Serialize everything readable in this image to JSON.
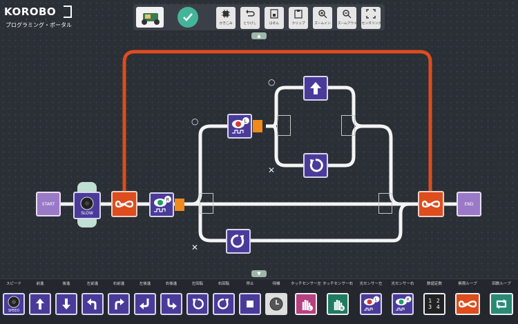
{
  "app": {
    "logo_title": "KOROBO",
    "logo_dots": "・・・",
    "logo_subtitle": "プログラミング・ポータル"
  },
  "toolbar": {
    "buttons": [
      {
        "label": "かきこみ",
        "icon": "chip-icon"
      },
      {
        "label": "とりけし",
        "icon": "undo-icon"
      },
      {
        "label": "ほぞん",
        "icon": "save-icon"
      },
      {
        "label": "クリップ",
        "icon": "clip-icon"
      },
      {
        "label": "ズームイン",
        "icon": "zoom-in-icon"
      },
      {
        "label": "ズームアウト",
        "icon": "zoom-out-icon"
      },
      {
        "label": "センタリング",
        "icon": "center-icon"
      }
    ]
  },
  "canvas": {
    "start_label": "START",
    "end_label": "END",
    "slow_label": "SLOW",
    "sensor_left_badge": "L",
    "sensor_right_badge": "R",
    "accent_red": "#dd4d1e",
    "accent_purple": "#4a3b9a"
  },
  "palette": {
    "items": [
      {
        "label": "スピード",
        "icon": "speed-dial-icon",
        "sub": "SPEED"
      },
      {
        "label": "前進",
        "icon": "arrow-up-icon"
      },
      {
        "label": "後進",
        "icon": "arrow-down-icon"
      },
      {
        "label": "左前進",
        "icon": "forward-left-icon"
      },
      {
        "label": "右前進",
        "icon": "forward-right-icon"
      },
      {
        "label": "左後進",
        "icon": "back-left-icon"
      },
      {
        "label": "右後進",
        "icon": "back-right-icon"
      },
      {
        "label": "左回転",
        "icon": "rotate-left-icon"
      },
      {
        "label": "右回転",
        "icon": "rotate-right-icon"
      },
      {
        "label": "停止",
        "icon": "stop-icon"
      },
      {
        "label": "待機",
        "icon": "clock-icon"
      },
      {
        "label": "タッチセンサー左",
        "icon": "touch-left-icon",
        "badge": "L"
      },
      {
        "label": "タッチセンサー右",
        "icon": "touch-right-icon",
        "badge": "R"
      },
      {
        "label": "光センサー左",
        "icon": "light-left-icon",
        "badge": "L"
      },
      {
        "label": "光センサー右",
        "icon": "light-right-icon",
        "badge": "R"
      },
      {
        "label": "数値定数",
        "icon": "number-icon",
        "sub": "1 2 3 4"
      },
      {
        "label": "無限ループ",
        "icon": "infinite-loop-icon"
      },
      {
        "label": "回数ループ",
        "icon": "count-loop-icon"
      }
    ]
  }
}
